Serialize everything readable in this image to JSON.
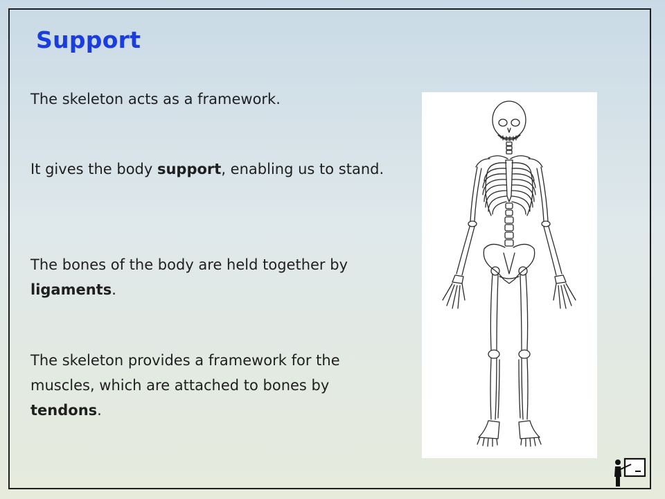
{
  "slide": {
    "title": "Support",
    "paragraphs": [
      {
        "before": "The skeleton acts as a framework.",
        "bold": "",
        "after": ""
      },
      {
        "before": "It gives the body ",
        "bold": "support",
        "after": ", enabling us to stand."
      },
      {
        "before": "The bones of the body are held together by ",
        "bold": "ligaments",
        "after": "."
      },
      {
        "before": "The skeleton provides a framework for the muscles, which are attached to bones by ",
        "bold": "tendons",
        "after": "."
      }
    ]
  },
  "image": {
    "subject": "human skeleton front view"
  },
  "icons": {
    "corner": "presenter-at-board-icon"
  },
  "colors": {
    "title": "#1a3de0",
    "text": "#1f1f1f",
    "frame": "#1f1f1f"
  }
}
